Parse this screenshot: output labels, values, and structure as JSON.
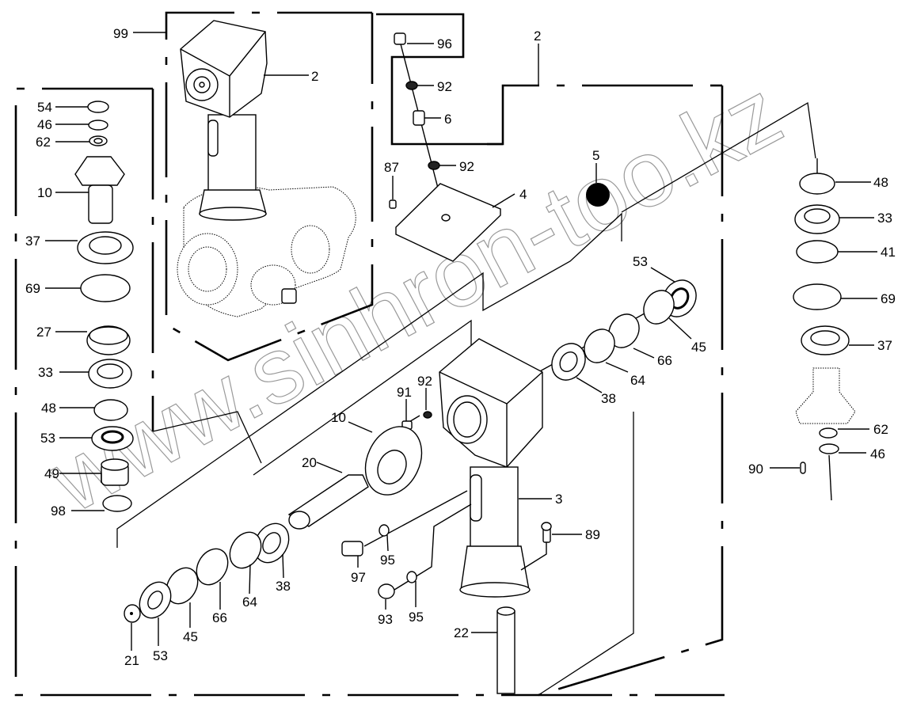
{
  "diagram": {
    "title": "Gearbox exploded parts diagram",
    "watermark": "www.sinhron-too.kz",
    "callouts": [
      {
        "id": "c-99",
        "label": "99"
      },
      {
        "id": "c-2a",
        "label": "2"
      },
      {
        "id": "c-96",
        "label": "96"
      },
      {
        "id": "c-92a",
        "label": "92"
      },
      {
        "id": "c-6",
        "label": "6"
      },
      {
        "id": "c-92b",
        "label": "92"
      },
      {
        "id": "c-87",
        "label": "87"
      },
      {
        "id": "c-4",
        "label": "4"
      },
      {
        "id": "c-2b",
        "label": "2"
      },
      {
        "id": "c-5",
        "label": "5"
      },
      {
        "id": "c-54",
        "label": "54"
      },
      {
        "id": "c-46a",
        "label": "46"
      },
      {
        "id": "c-62a",
        "label": "62"
      },
      {
        "id": "c-10a",
        "label": "10"
      },
      {
        "id": "c-37a",
        "label": "37"
      },
      {
        "id": "c-69a",
        "label": "69"
      },
      {
        "id": "c-27",
        "label": "27"
      },
      {
        "id": "c-33a",
        "label": "33"
      },
      {
        "id": "c-48a",
        "label": "48"
      },
      {
        "id": "c-53a",
        "label": "53"
      },
      {
        "id": "c-49",
        "label": "49"
      },
      {
        "id": "c-98",
        "label": "98"
      },
      {
        "id": "c-48b",
        "label": "48"
      },
      {
        "id": "c-33b",
        "label": "33"
      },
      {
        "id": "c-41",
        "label": "41"
      },
      {
        "id": "c-69b",
        "label": "69"
      },
      {
        "id": "c-37b",
        "label": "37"
      },
      {
        "id": "c-62b",
        "label": "62"
      },
      {
        "id": "c-46b",
        "label": "46"
      },
      {
        "id": "c-90",
        "label": "90"
      },
      {
        "id": "c-53b",
        "label": "53"
      },
      {
        "id": "c-45a",
        "label": "45"
      },
      {
        "id": "c-66a",
        "label": "66"
      },
      {
        "id": "c-64a",
        "label": "64"
      },
      {
        "id": "c-38a",
        "label": "38"
      },
      {
        "id": "c-91",
        "label": "91"
      },
      {
        "id": "c-92c",
        "label": "92"
      },
      {
        "id": "c-10b",
        "label": "10"
      },
      {
        "id": "c-20",
        "label": "20"
      },
      {
        "id": "c-3",
        "label": "3"
      },
      {
        "id": "c-89",
        "label": "89"
      },
      {
        "id": "c-95a",
        "label": "95"
      },
      {
        "id": "c-97",
        "label": "97"
      },
      {
        "id": "c-95b",
        "label": "95"
      },
      {
        "id": "c-93",
        "label": "93"
      },
      {
        "id": "c-22",
        "label": "22"
      },
      {
        "id": "c-38b",
        "label": "38"
      },
      {
        "id": "c-64b",
        "label": "64"
      },
      {
        "id": "c-66b",
        "label": "66"
      },
      {
        "id": "c-45b",
        "label": "45"
      },
      {
        "id": "c-53c",
        "label": "53"
      },
      {
        "id": "c-21",
        "label": "21"
      }
    ]
  }
}
